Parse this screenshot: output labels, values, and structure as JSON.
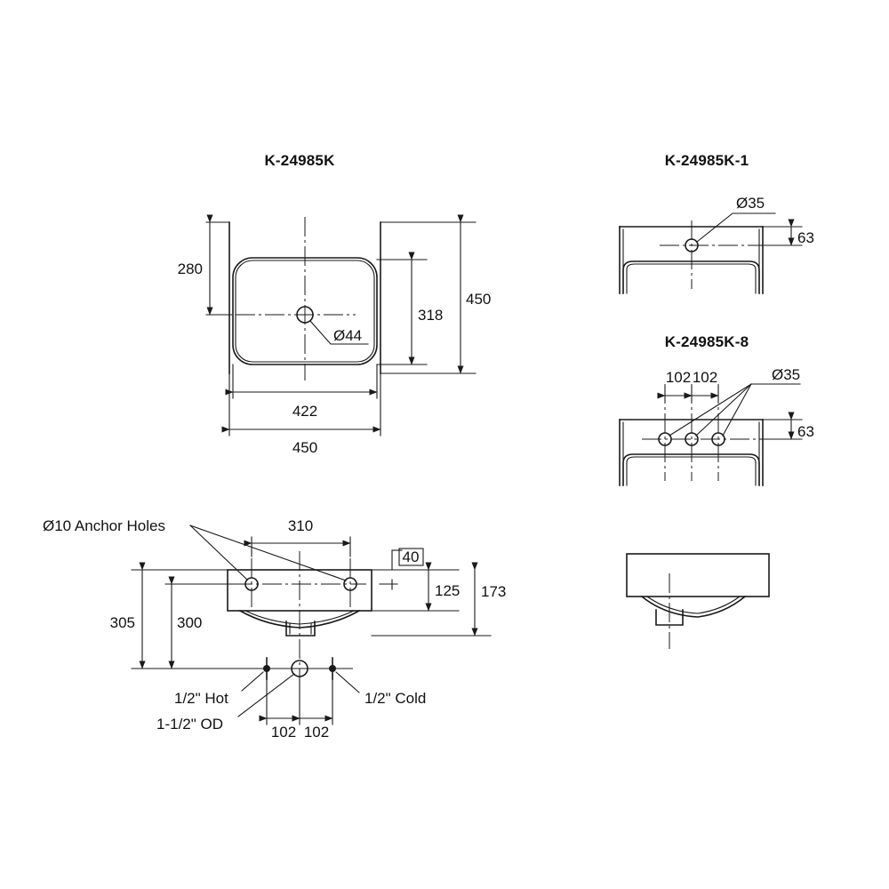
{
  "sheet": {
    "background": "#ffffff",
    "line_color": "#1a1a1a",
    "description": "Kohler lavatory sink technical dimension drawing, four orthographic views"
  },
  "views": {
    "plan": {
      "title": "K-24985K",
      "dimensions": {
        "overall_width": "450",
        "overall_depth": "450",
        "bowl_width": "422",
        "bowl_depth": "318",
        "front_to_hole": "280",
        "faucet_hole": "Ø44"
      }
    },
    "single_hole_back": {
      "title": "K-24985K-1",
      "dimensions": {
        "hole_dia": "Ø35",
        "hole_height": "63"
      }
    },
    "three_hole_back": {
      "title": "K-24985K-8",
      "dimensions": {
        "hole_dia": "Ø35",
        "hole_height": "63",
        "spacing_left": "102",
        "spacing_right": "102"
      }
    },
    "elevation": {
      "notes": {
        "anchor_holes": "Ø10 Anchor Holes",
        "hot_supply": "1/2\" Hot",
        "cold_supply": "1/2\" Cold",
        "drain_outlet": "1-1/2\" OD"
      },
      "dimensions": {
        "anchor_spacing": "310",
        "rim_thickness": "40",
        "body_height": "125",
        "overall_height": "173",
        "floor_to_rim": "305",
        "floor_to_anchor": "300",
        "supply_left": "102",
        "supply_right": "102"
      }
    },
    "side_elevation": {
      "title": ""
    }
  }
}
